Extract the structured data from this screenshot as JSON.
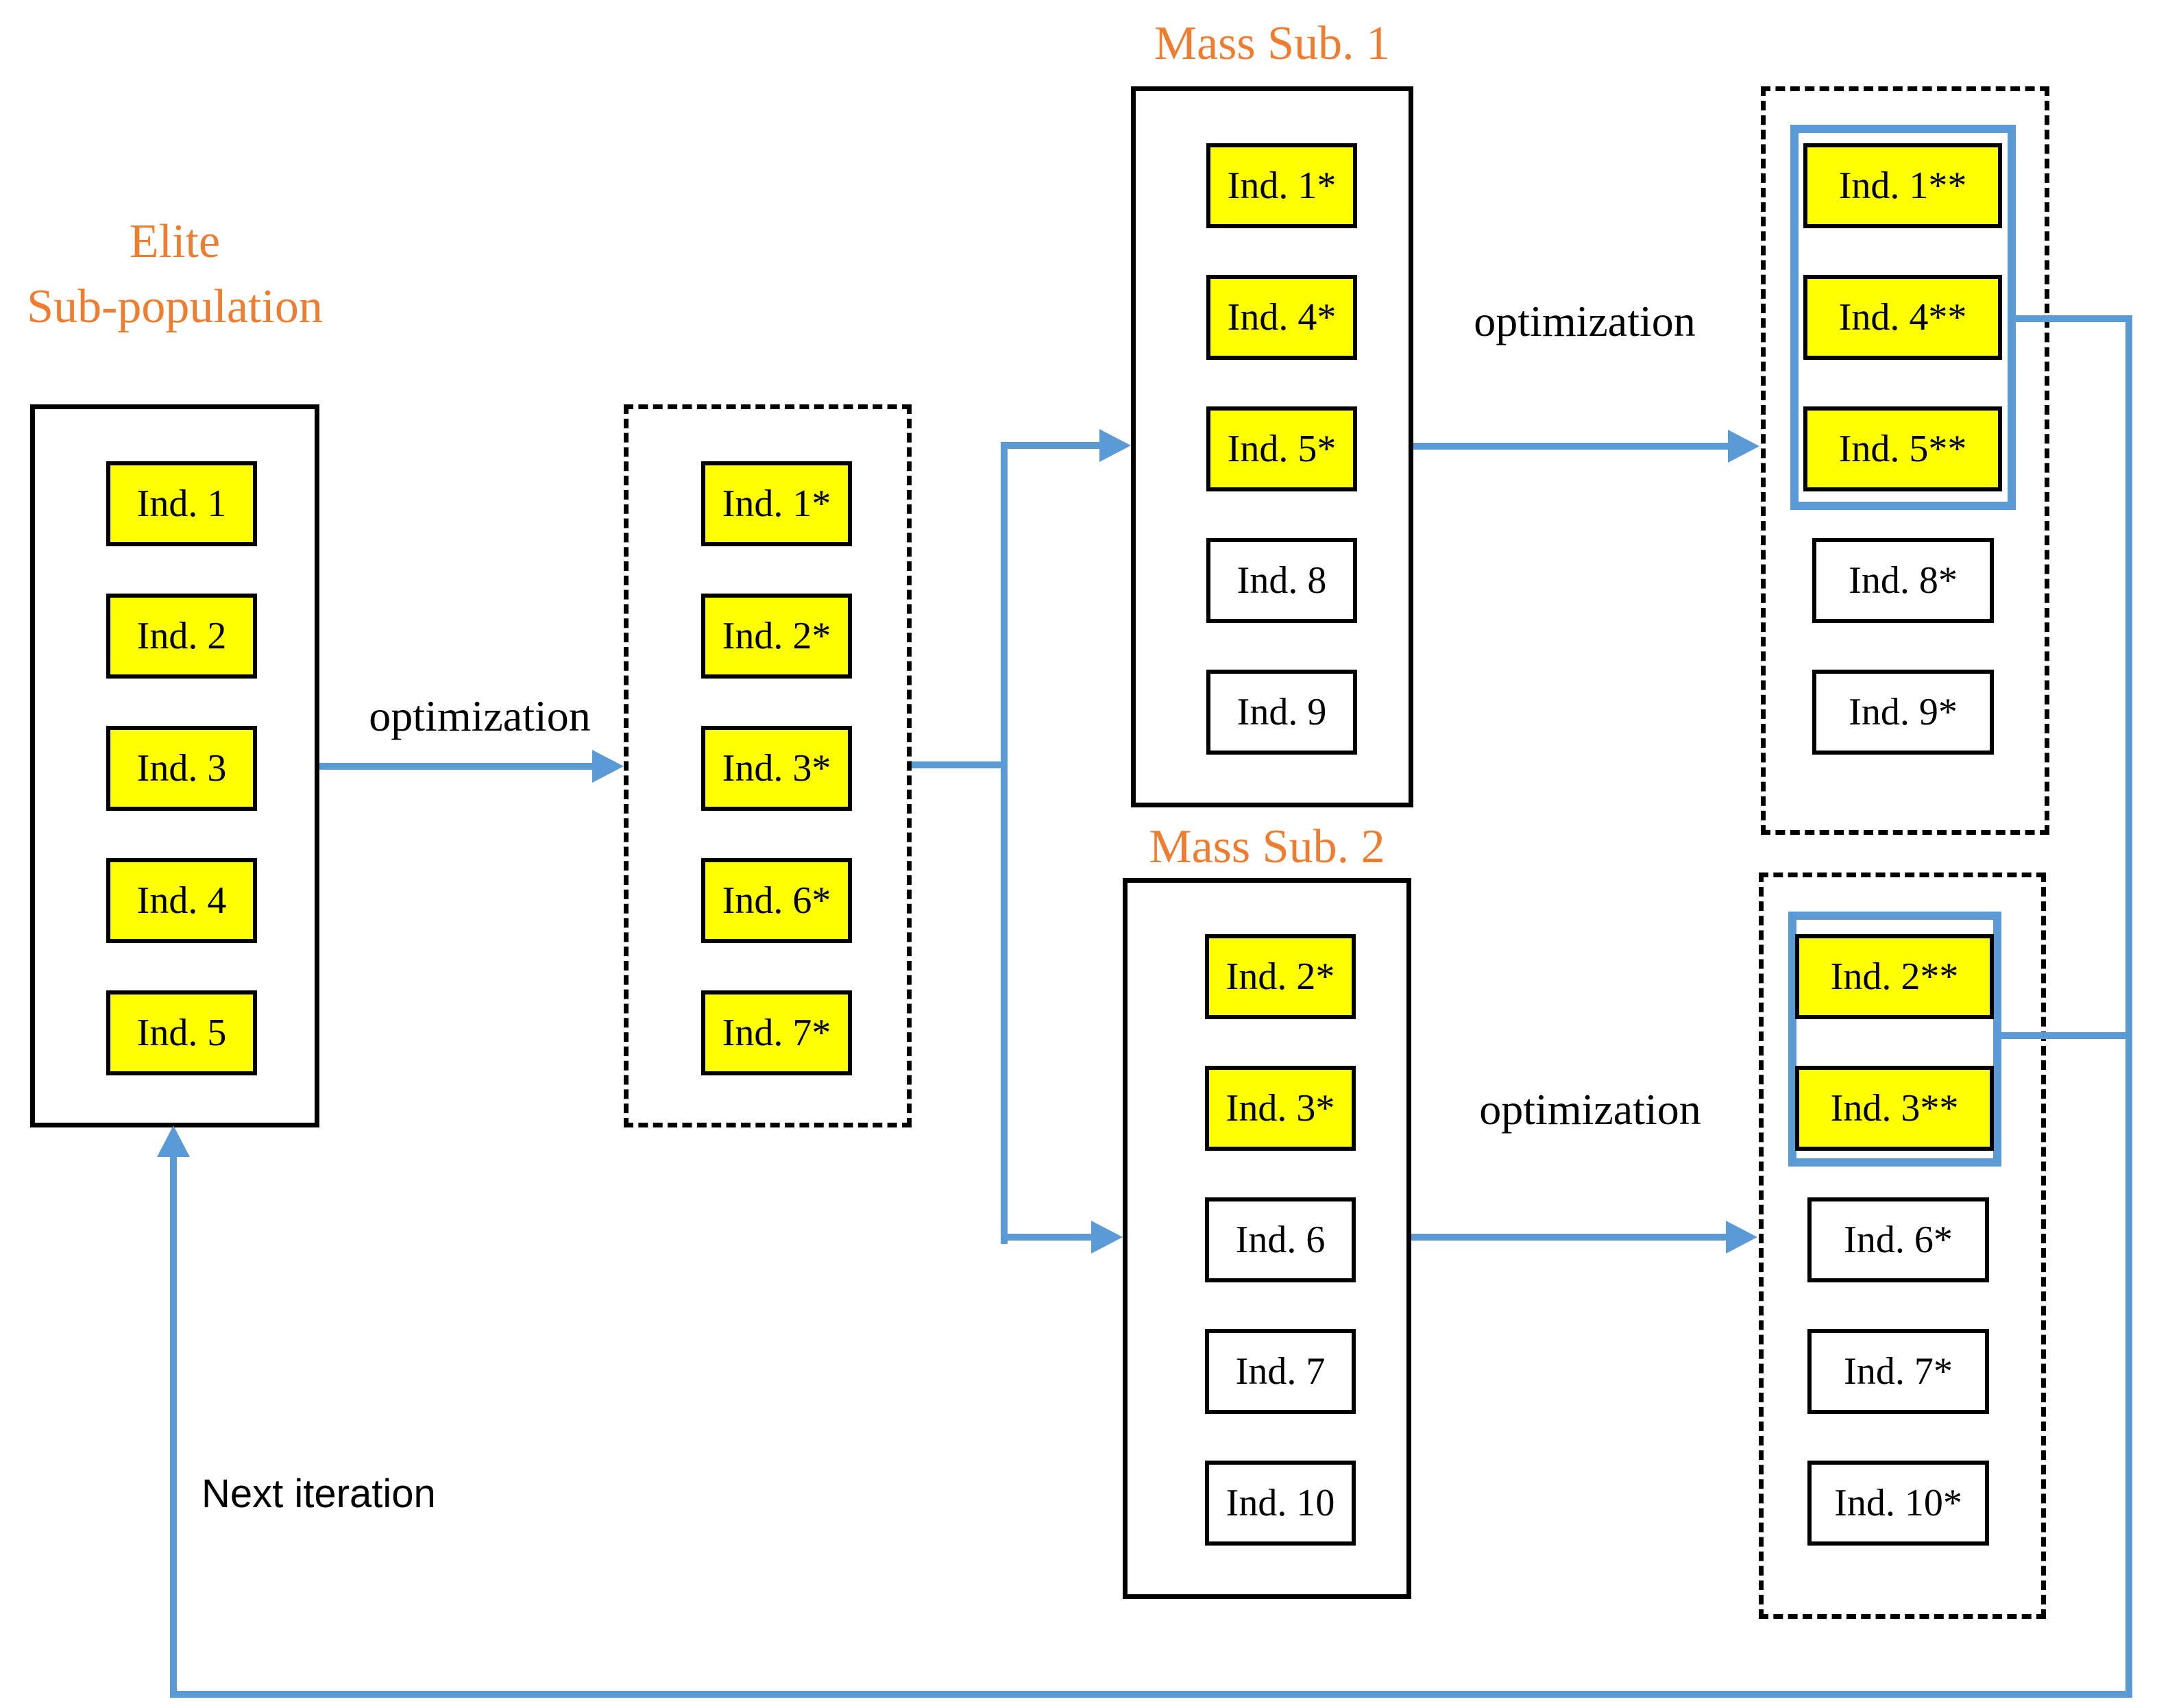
{
  "colors": {
    "accent_orange": "#ED7D31",
    "highlight_yellow": "#FFFF00",
    "arrow_blue": "#5B9BD5",
    "border_black": "#000000"
  },
  "elite": {
    "title_line1": "Elite",
    "title_line2": "Sub-population",
    "items": [
      {
        "label": "Ind. 1",
        "highlight": true
      },
      {
        "label": "Ind. 2",
        "highlight": true
      },
      {
        "label": "Ind. 3",
        "highlight": true
      },
      {
        "label": "Ind. 4",
        "highlight": true
      },
      {
        "label": "Ind. 5",
        "highlight": true
      }
    ]
  },
  "elite_optimized": {
    "items": [
      {
        "label": "Ind. 1*",
        "highlight": true
      },
      {
        "label": "Ind. 2*",
        "highlight": true
      },
      {
        "label": "Ind. 3*",
        "highlight": true
      },
      {
        "label": "Ind. 6*",
        "highlight": true
      },
      {
        "label": "Ind. 7*",
        "highlight": true
      }
    ]
  },
  "mass_sub_1": {
    "title": "Mass Sub. 1",
    "items": [
      {
        "label": "Ind. 1*",
        "highlight": true
      },
      {
        "label": "Ind. 4*",
        "highlight": true
      },
      {
        "label": "Ind. 5*",
        "highlight": true
      },
      {
        "label": "Ind. 8",
        "highlight": false
      },
      {
        "label": "Ind. 9",
        "highlight": false
      }
    ]
  },
  "mass_sub_2": {
    "title": "Mass Sub. 2",
    "items": [
      {
        "label": "Ind. 2*",
        "highlight": true
      },
      {
        "label": "Ind. 3*",
        "highlight": true
      },
      {
        "label": "Ind. 6",
        "highlight": false
      },
      {
        "label": "Ind. 7",
        "highlight": false
      },
      {
        "label": "Ind. 10",
        "highlight": false
      }
    ]
  },
  "result_1": {
    "selected": [
      {
        "label": "Ind. 1**",
        "highlight": true
      },
      {
        "label": "Ind. 4**",
        "highlight": true
      },
      {
        "label": "Ind. 5**",
        "highlight": true
      }
    ],
    "rest": [
      {
        "label": "Ind. 8*",
        "highlight": false
      },
      {
        "label": "Ind. 9*",
        "highlight": false
      }
    ]
  },
  "result_2": {
    "selected": [
      {
        "label": "Ind. 2**",
        "highlight": true
      },
      {
        "label": "Ind. 3**",
        "highlight": true
      }
    ],
    "rest": [
      {
        "label": "Ind. 6*",
        "highlight": false
      },
      {
        "label": "Ind. 7*",
        "highlight": false
      },
      {
        "label": "Ind. 10*",
        "highlight": false
      }
    ]
  },
  "labels": {
    "optimization_1": "optimization",
    "optimization_2": "optimization",
    "optimization_3": "optimization",
    "next_iteration": "Next iteration"
  }
}
